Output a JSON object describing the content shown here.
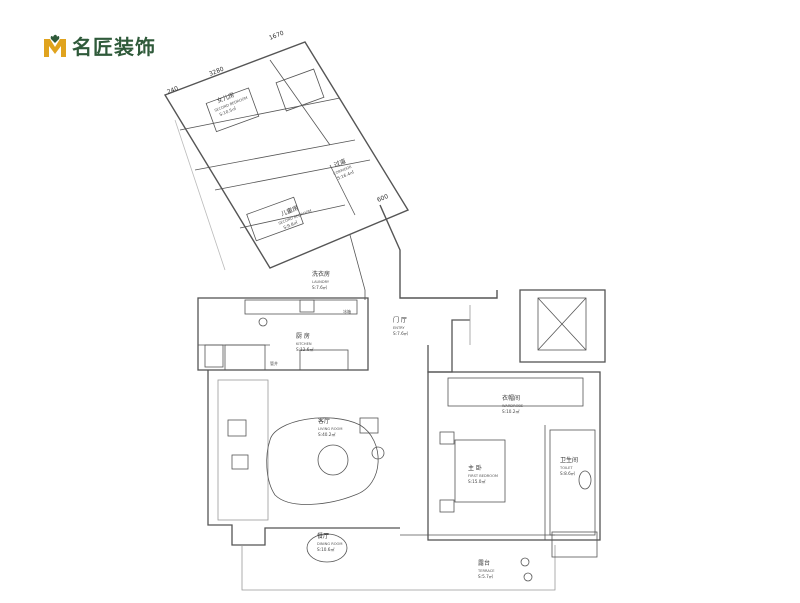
{
  "brand": {
    "name": "名匠装饰",
    "accent": "#2f5a3a",
    "mark_color": "#e0a31e"
  },
  "dimensions": [
    "240",
    "3280",
    "1670",
    "600"
  ],
  "rooms": [
    {
      "key": "nuerfang",
      "cn": "女儿房",
      "en": "SECOND BEDROOM",
      "area": "S:10.5㎡"
    },
    {
      "key": "guodao",
      "cn": "过道",
      "en": "CORRIDOR",
      "area": "S:16.4㎡"
    },
    {
      "key": "ertongfang",
      "cn": "儿童房",
      "en": "SECOND BEDROOM",
      "area": "S:9.8㎡"
    },
    {
      "key": "xiyifang",
      "cn": "洗衣房",
      "en": "LAUNDRY",
      "area": "S:7.6㎡"
    },
    {
      "key": "chufang",
      "cn": "厨 房",
      "en": "KITCHEN",
      "area": "S:12.6㎡"
    },
    {
      "key": "menting",
      "cn": "门 厅",
      "en": "ENTRY",
      "area": "S:7.6㎡"
    },
    {
      "key": "keting",
      "cn": "客厅",
      "en": "LIVING ROOM",
      "area": "S:40.2㎡"
    },
    {
      "key": "yimaojian",
      "cn": "衣帽间",
      "en": "WARDROBE",
      "area": "S:10.2㎡"
    },
    {
      "key": "zhuwo",
      "cn": "主 卧",
      "en": "FIRST BEDROOM",
      "area": "S:15.0㎡"
    },
    {
      "key": "weishengjian",
      "cn": "卫生间",
      "en": "TOILET",
      "area": "S:8.6㎡"
    },
    {
      "key": "canting",
      "cn": "餐厅",
      "en": "DINING ROOM",
      "area": "S:10.6㎡"
    },
    {
      "key": "lutai",
      "cn": "露台",
      "en": "TERRACE",
      "area": "S:5.7㎡"
    }
  ],
  "small_labels": {
    "fridge": "冰箱",
    "shaft": "管井"
  }
}
